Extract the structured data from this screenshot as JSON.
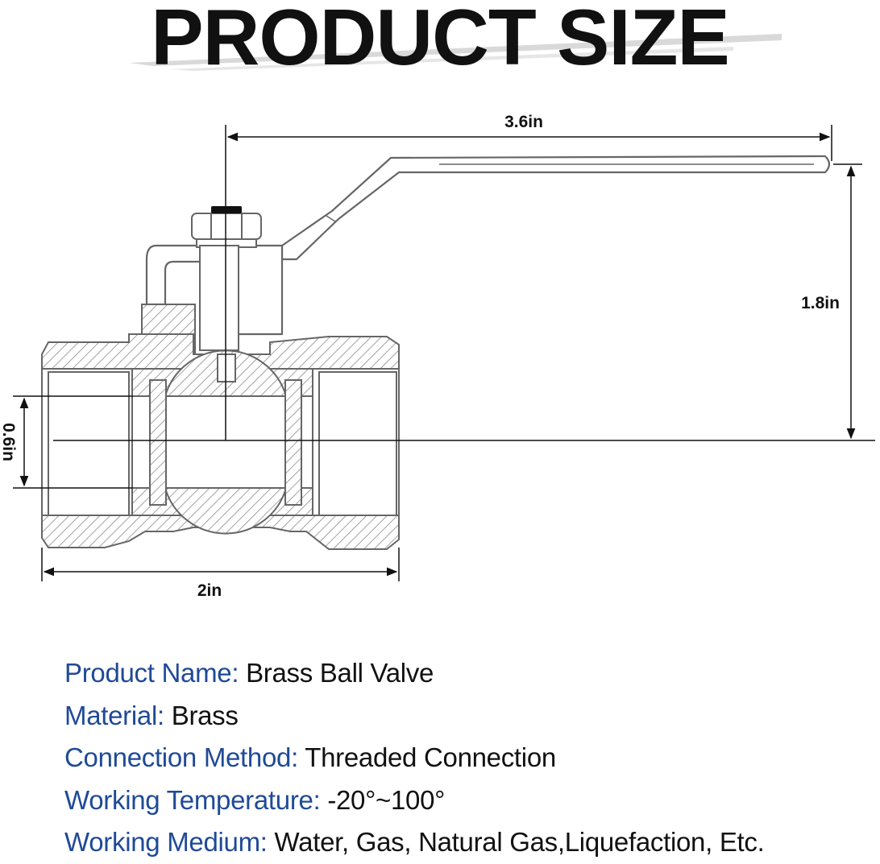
{
  "title": "PRODUCT SIZE",
  "colors": {
    "label_blue": "#1f4a96",
    "text": "#111111",
    "outline": "#666666",
    "dimension": "#111111"
  },
  "dimensions": {
    "handle_length": "3.6in",
    "height": "1.8in",
    "bore": "0.6in",
    "body_length": "2in"
  },
  "specs": [
    {
      "label": "Product Name",
      "sep": ": ",
      "value": "Brass Ball Valve"
    },
    {
      "label": "Material",
      "sep": ": ",
      "value": "Brass"
    },
    {
      "label": "Connection Method",
      "sep": ": ",
      "value": "Threaded Connection"
    },
    {
      "label": "Working Temperature",
      "sep": ": ",
      "value": "-20°~100°"
    },
    {
      "label": "Working Medium",
      "sep": ": ",
      "value": "Water, Gas, Natural Gas,Liquefaction, Etc."
    }
  ]
}
